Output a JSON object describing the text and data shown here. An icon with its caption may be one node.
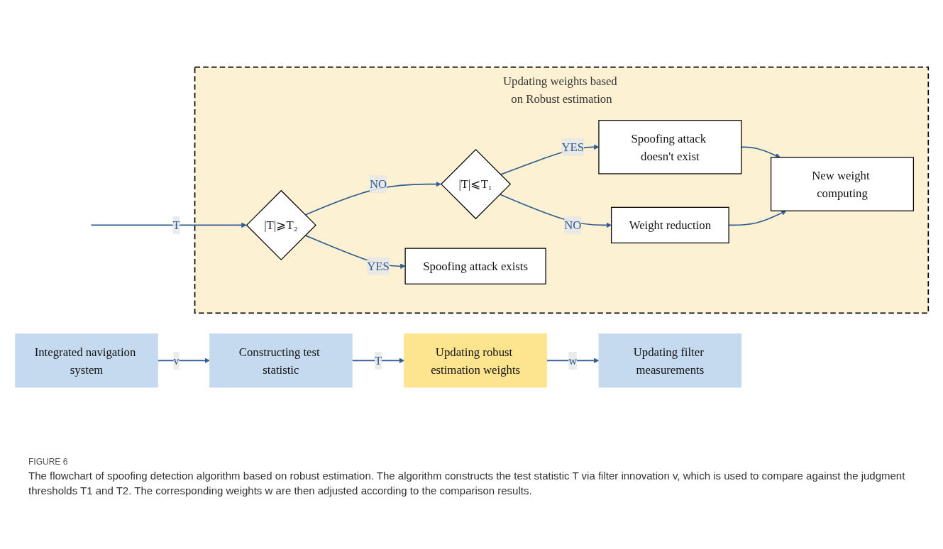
{
  "diagram": {
    "caption": "The flowchart of spoofing detection algorithm based on robust estimation. The algorithm constructs the test statistic T via filter innovation v, which is used to compare against the judgment thresholds T1 and T2. The corresponding weights w are then adjusted according to the comparison results.",
    "nodes": [
      {
        "text": [
          "Integrated navigation system"
        ]
      },
      {
        "text": [
          "Constructing test statistic"
        ]
      },
      {
        "text": [
          "Updating robust estimation weights"
        ]
      },
      {
        "text": [
          "Updating filter measurements"
        ]
      },
      {
        "text": [
          "Updating weights based on Robust estimation"
        ]
      },
      {
        "text": [
          "|T|⩾T₂"
        ],
        "in": 4
      },
      {
        "text": [
          "|T|⩽T₁"
        ],
        "in": 4
      },
      {
        "text": [
          "Spoofing attack doesn't exist"
        ],
        "in": 4
      },
      {
        "text": [
          "Spoofing attack exists"
        ],
        "in": 4
      },
      {
        "text": [
          "Weight reduction"
        ],
        "in": 4
      },
      {
        "text": [
          "New weight computing"
        ],
        "in": 4
      }
    ],
    "edges": [
      {
        "from": 0,
        "to": 1,
        "arrow": "to",
        "label": "v"
      },
      {
        "from": 1,
        "to": 2,
        "arrow": "to",
        "label": "T"
      },
      {
        "from": 2,
        "to": 3,
        "arrow": "to",
        "label": "w"
      },
      {
        "from": null,
        "to": 5,
        "arrow": "to",
        "label": "T"
      },
      {
        "from": 5,
        "to": 6,
        "arrow": "to",
        "label": "NO"
      },
      {
        "from": 6,
        "to": 7,
        "arrow": "to",
        "label": "YES"
      },
      {
        "from": 5,
        "to": 8,
        "arrow": "to",
        "label": "YES"
      },
      {
        "from": 6,
        "to": 9,
        "arrow": "to",
        "label": "NO"
      },
      {
        "from": 7,
        "to": 10,
        "arrow": "to"
      },
      {
        "from": 9,
        "to": 10,
        "arrow": "to"
      }
    ],
    "labels": [
      "FIGURE 6"
    ]
  }
}
